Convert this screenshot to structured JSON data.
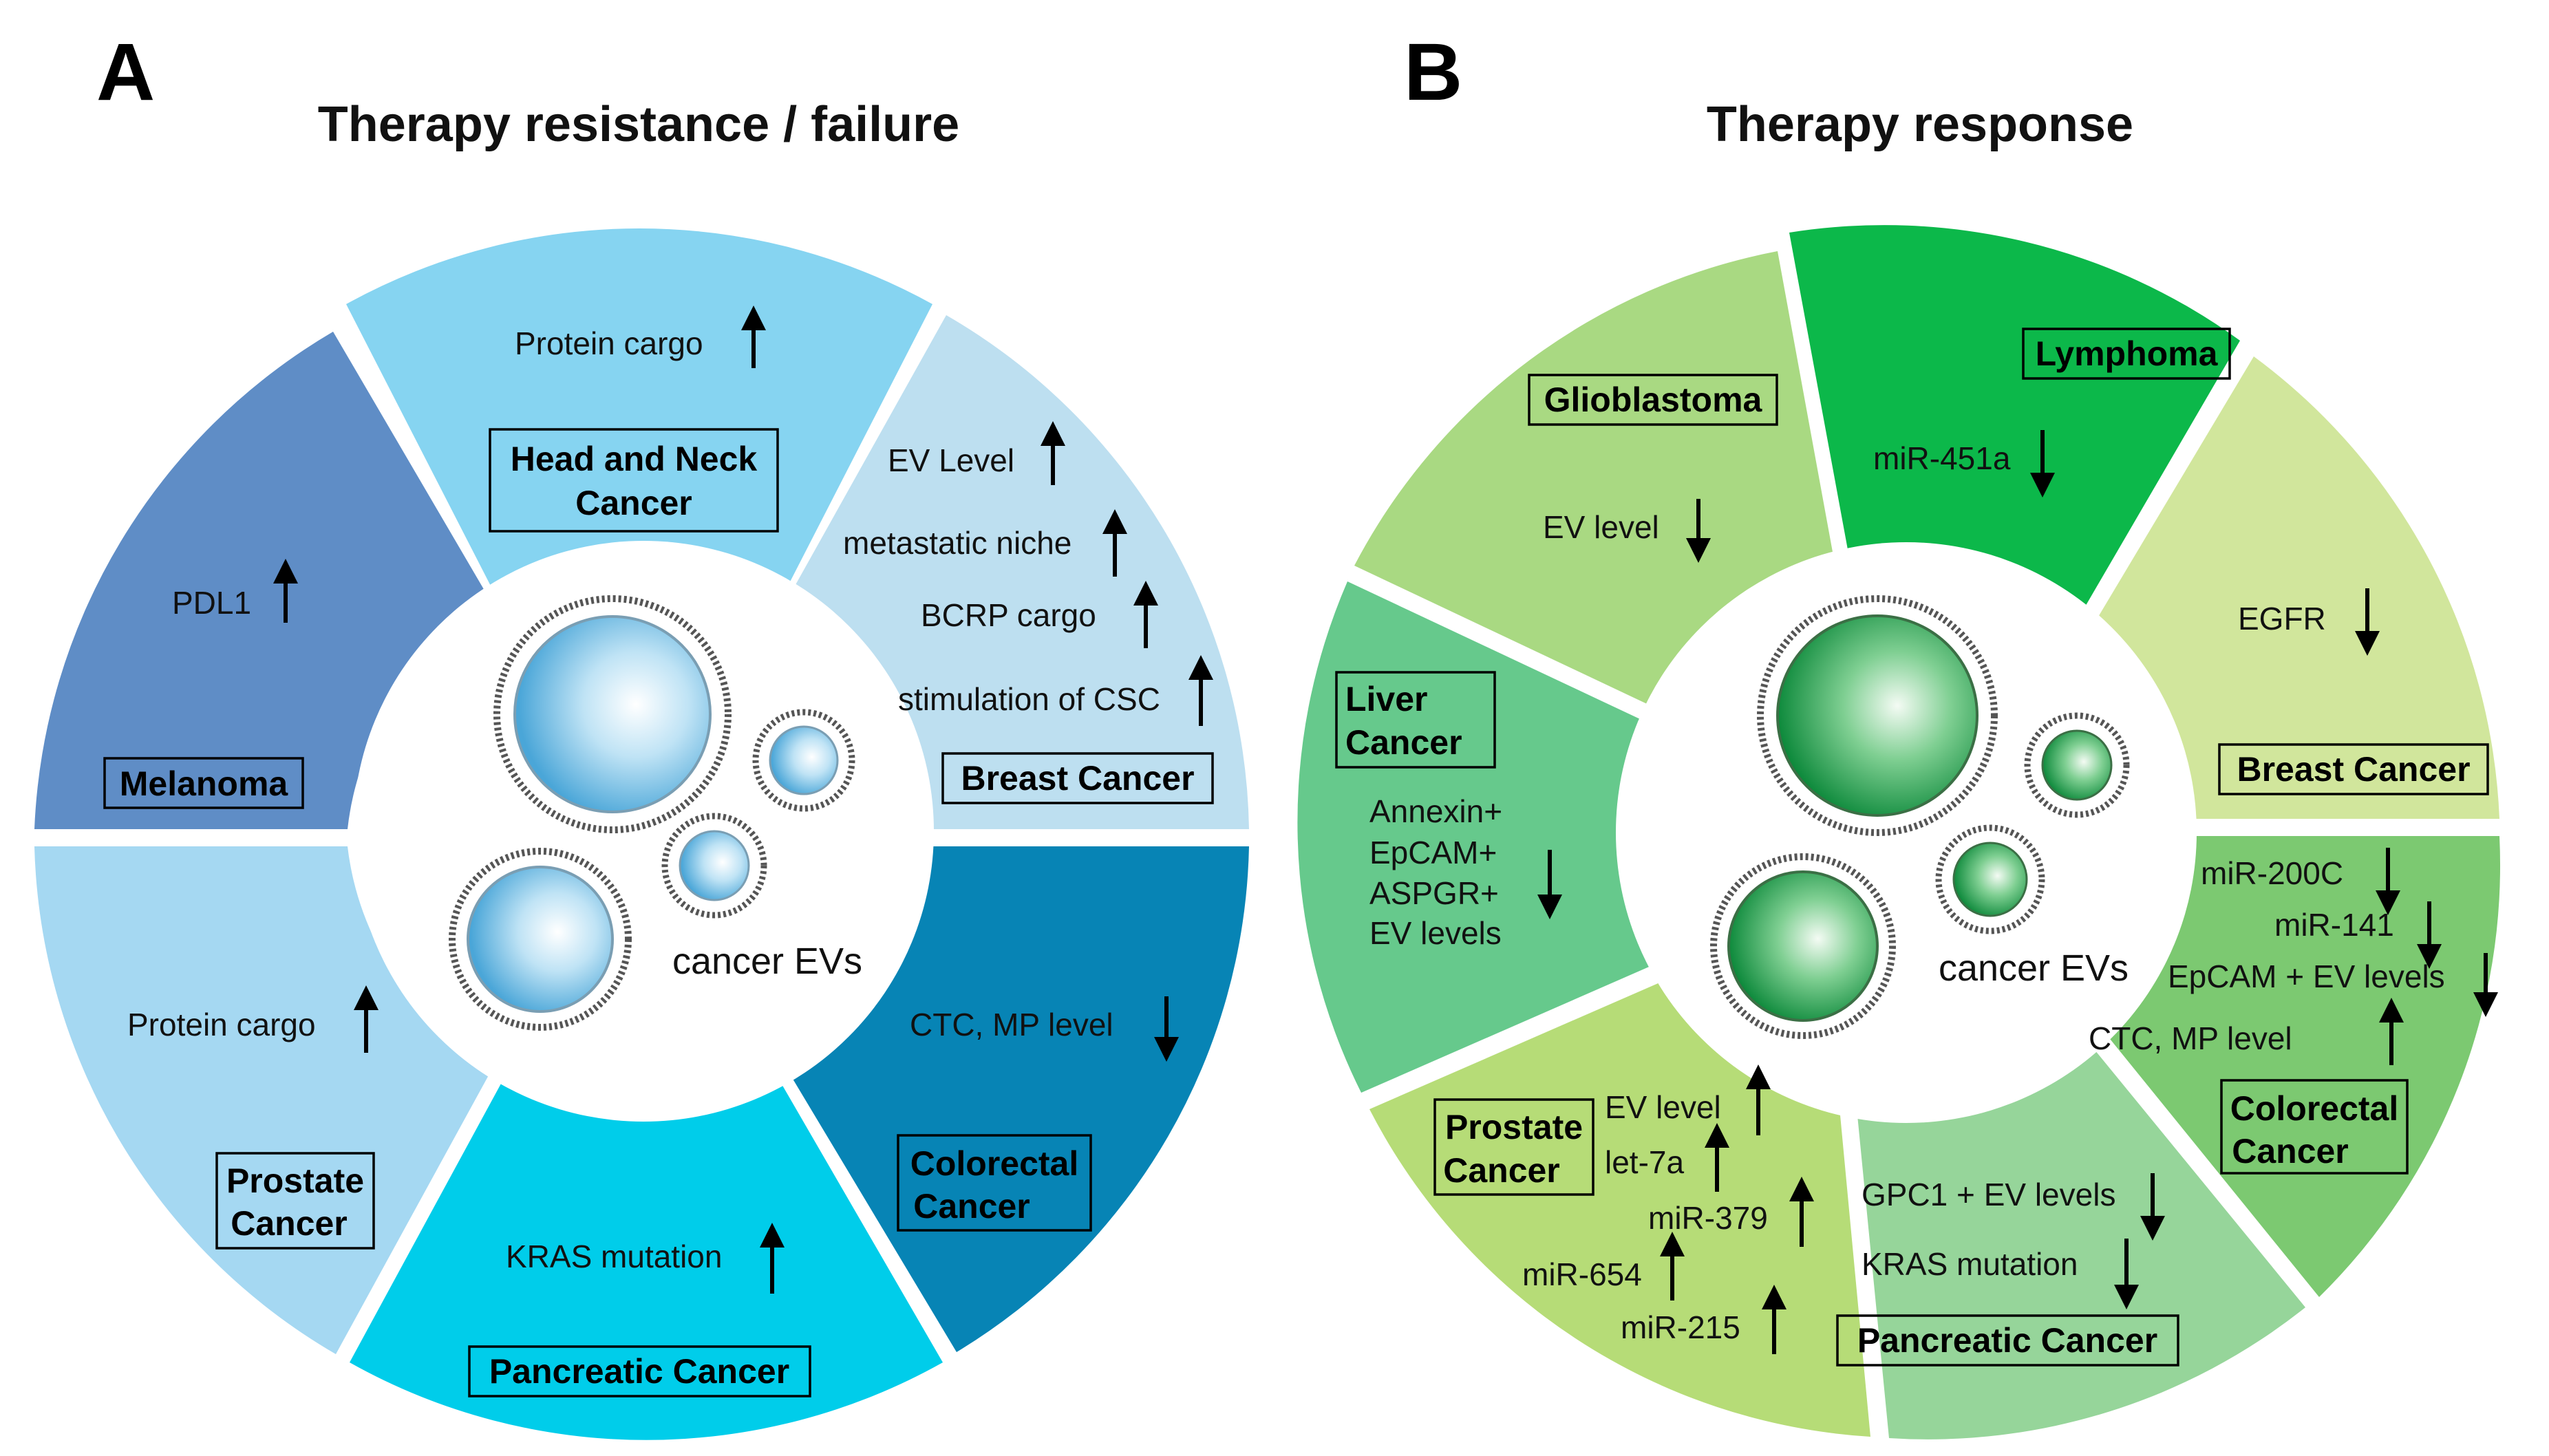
{
  "panels": [
    {
      "letter": "A",
      "title": "Therapy resistance / failure",
      "center_label": "cancer EVs",
      "scheme": "blue",
      "sectors": [
        {
          "name": "Melanoma",
          "box": [
            "Melanoma"
          ],
          "color": "#5f8dc6",
          "items": [
            {
              "text": "PDL1",
              "dir": "up"
            }
          ]
        },
        {
          "name": "Head and Neck Cancer",
          "box": [
            "Head and Neck",
            "Cancer"
          ],
          "color": "#86d4f1",
          "items": [
            {
              "text": "Protein cargo",
              "dir": "up"
            }
          ]
        },
        {
          "name": "Breast Cancer",
          "box": [
            "Breast Cancer"
          ],
          "color": "#bddff0",
          "items": [
            {
              "text": "EV Level",
              "dir": "up"
            },
            {
              "text": "metastatic niche",
              "dir": "up"
            },
            {
              "text": "BCRP cargo",
              "dir": "up"
            },
            {
              "text": "stimulation of CSC",
              "dir": "up"
            }
          ]
        },
        {
          "name": "Colorectal Cancer",
          "box": [
            "Colorectal",
            "Cancer"
          ],
          "color": "#0784b5",
          "items": [
            {
              "text": "CTC, MP level",
              "dir": "down"
            }
          ]
        },
        {
          "name": "Pancreatic Cancer",
          "box": [
            "Pancreatic Cancer"
          ],
          "color": "#00cdea",
          "items": [
            {
              "text": "KRAS mutation",
              "dir": "up"
            }
          ]
        },
        {
          "name": "Prostate Cancer",
          "box": [
            "Prostate",
            "Cancer"
          ],
          "color": "#a5d8f2",
          "items": [
            {
              "text": "Protein cargo",
              "dir": "up"
            }
          ]
        }
      ]
    },
    {
      "letter": "B",
      "title": "Therapy response",
      "center_label": "cancer EVs",
      "scheme": "green",
      "sectors": [
        {
          "name": "Glioblastoma",
          "box": [
            "Glioblastoma"
          ],
          "color": "#a9d982",
          "items": [
            {
              "text": "EV level",
              "dir": "down"
            }
          ]
        },
        {
          "name": "Lymphoma",
          "box": [
            "Lymphoma"
          ],
          "color": "#0cb84a",
          "items": [
            {
              "text": "miR-451a",
              "dir": "down"
            }
          ]
        },
        {
          "name": "Breast Cancer",
          "box": [
            "Breast Cancer"
          ],
          "color": "#d1e69c",
          "items": [
            {
              "text": "EGFR",
              "dir": "down"
            }
          ]
        },
        {
          "name": "Colorectal Cancer",
          "box": [
            "Colorectal",
            "Cancer"
          ],
          "color": "#7cc971",
          "items": [
            {
              "text": "miR-200C",
              "dir": "down"
            },
            {
              "text": "miR-141",
              "dir": "down"
            },
            {
              "text": "EpCAM + EV levels",
              "dir": "down"
            },
            {
              "text": "CTC, MP level",
              "dir": "up"
            }
          ]
        },
        {
          "name": "Pancreatic Cancer",
          "box": [
            "Pancreatic Cancer"
          ],
          "color": "#96d59a",
          "items": [
            {
              "text": "GPC1 + EV levels",
              "dir": "down"
            },
            {
              "text": "KRAS mutation",
              "dir": "down"
            }
          ]
        },
        {
          "name": "Prostate Cancer",
          "box": [
            "Prostate",
            "Cancer"
          ],
          "color": "#b6dc77",
          "items": [
            {
              "text": "EV level",
              "dir": "up"
            },
            {
              "text": "let-7a",
              "dir": "up"
            },
            {
              "text": "miR-379",
              "dir": "up"
            },
            {
              "text": "miR-654",
              "dir": "up"
            },
            {
              "text": "miR-215",
              "dir": "up"
            }
          ]
        },
        {
          "name": "Liver Cancer",
          "box": [
            "Liver",
            "Cancer"
          ],
          "color": "#66c98c",
          "items": [
            {
              "text": "Annexin+",
              "dir": ""
            },
            {
              "text": "EpCAM+",
              "dir": ""
            },
            {
              "text": "ASPGR+",
              "dir": "down"
            },
            {
              "text": "EV levels",
              "dir": ""
            }
          ]
        }
      ]
    }
  ]
}
